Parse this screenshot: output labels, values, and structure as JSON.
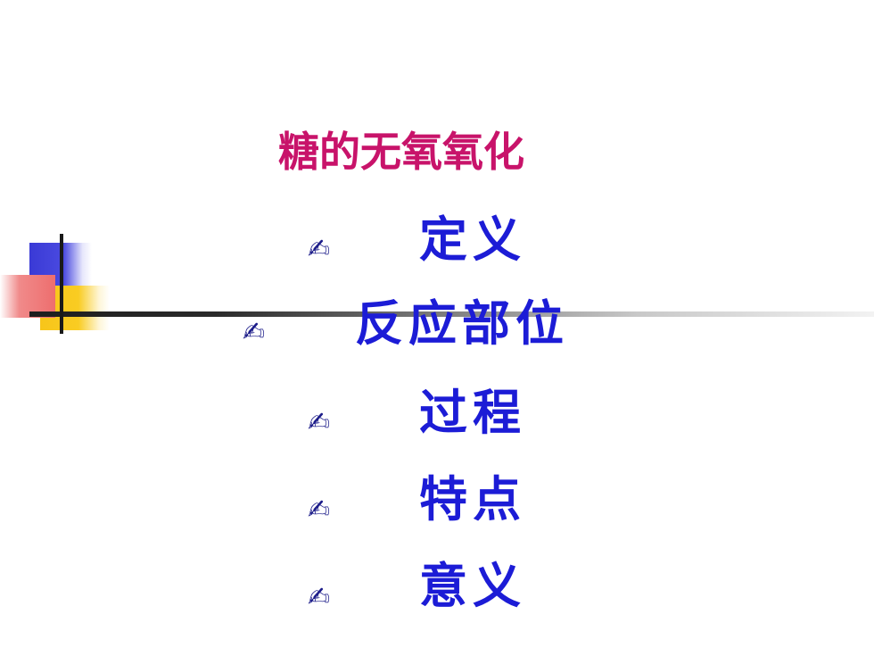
{
  "slide": {
    "title": "糖的无氧氧化",
    "bullet_glyph": "✍",
    "items": [
      {
        "label": "定义"
      },
      {
        "label": "反应部位"
      },
      {
        "label": "过程"
      },
      {
        "label": "特点"
      },
      {
        "label": "意义"
      }
    ]
  },
  "colors": {
    "title": "#c8136a",
    "items": "#1c1cd6",
    "decor_blue": "#3a3ad6",
    "decor_yellow": "#f7c51a",
    "decor_red": "#ee6e6e"
  },
  "icons": {
    "bullet": "writing-hand-icon"
  }
}
